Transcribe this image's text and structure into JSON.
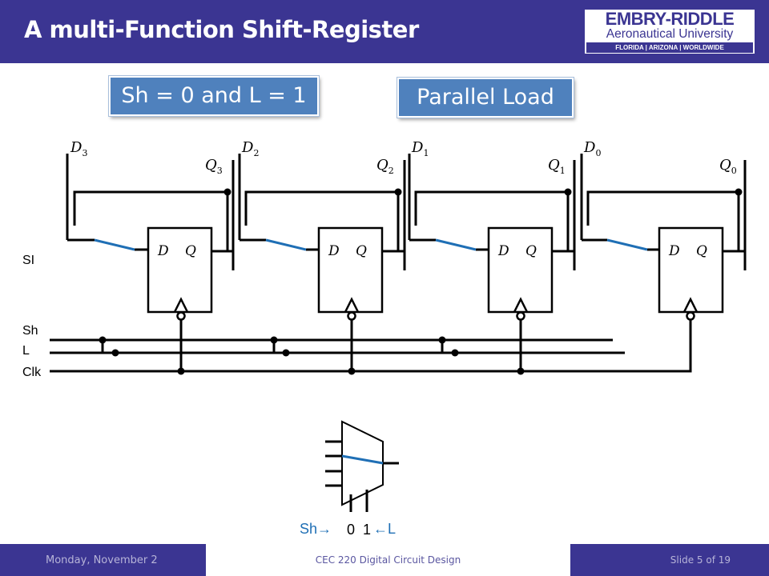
{
  "slide": {
    "title": "A multi-Function Shift-Register"
  },
  "logo": {
    "name": "EMBRY-RIDDLE",
    "subtitle": "Aeronautical University",
    "campuses": "FLORIDA | ARIZONA | WORLDWIDE"
  },
  "callouts": {
    "condition": "Sh = 0 and L = 1",
    "mode": "Parallel Load"
  },
  "circuit": {
    "inputs": [
      "D_3",
      "D_2",
      "D_1",
      "D_0"
    ],
    "outputs": [
      "Q_3",
      "Q_2",
      "Q_1",
      "Q_0"
    ],
    "flipflop_pins": {
      "d": "D",
      "q": "Q"
    },
    "signals": {
      "serial_in": "SI",
      "shift": "Sh",
      "load": "L",
      "clock": "Clk"
    }
  },
  "mux": {
    "select_shift": "Sh→",
    "select_zero": "0",
    "select_one": "1",
    "select_load": "←L"
  },
  "footer": {
    "date": "Monday, November 2",
    "course": "CEC 220 Digital Circuit Design",
    "slide": "Slide 5 of 19"
  },
  "colors": {
    "header": "#3b3592",
    "callout": "#4f81bd",
    "selected_path": "#1f6fb5"
  }
}
